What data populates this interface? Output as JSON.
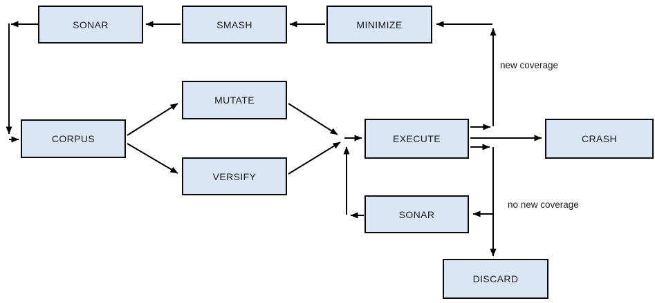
{
  "diagram": {
    "type": "flowchart",
    "nodes": {
      "sonar_top": {
        "label": "SONAR"
      },
      "smash": {
        "label": "SMASH"
      },
      "minimize": {
        "label": "MINIMIZE"
      },
      "corpus": {
        "label": "CORPUS"
      },
      "mutate": {
        "label": "MUTATE"
      },
      "versify": {
        "label": "VERSIFY"
      },
      "execute": {
        "label": "EXECUTE"
      },
      "crash": {
        "label": "CRASH"
      },
      "sonar_bottom": {
        "label": "SONAR"
      },
      "discard": {
        "label": "DISCARD"
      }
    },
    "edge_labels": {
      "new_coverage": "new coverage",
      "no_new_coverage": "no new coverage"
    },
    "edges": [
      {
        "from": "SMASH",
        "to": "SONAR (top)"
      },
      {
        "from": "MINIMIZE",
        "to": "SMASH"
      },
      {
        "from": "SONAR (top)",
        "to": "CORPUS"
      },
      {
        "from": "CORPUS",
        "to": "MUTATE"
      },
      {
        "from": "CORPUS",
        "to": "VERSIFY"
      },
      {
        "from": "MUTATE",
        "to": "EXECUTE"
      },
      {
        "from": "VERSIFY",
        "to": "EXECUTE"
      },
      {
        "from": "EXECUTE",
        "to": "CRASH"
      },
      {
        "from": "EXECUTE",
        "to": "MINIMIZE",
        "label": "new coverage"
      },
      {
        "from": "EXECUTE",
        "to": "SONAR (bottom)",
        "label": "no new coverage"
      },
      {
        "from": "EXECUTE",
        "to": "DISCARD",
        "label": "no new coverage"
      },
      {
        "from": "SONAR (bottom)",
        "to": "EXECUTE"
      }
    ],
    "colors": {
      "node_fill": "#dae6f3",
      "node_border": "#0a0a0a",
      "arrow": "#000000",
      "label_text": "#1c1c1c"
    }
  }
}
